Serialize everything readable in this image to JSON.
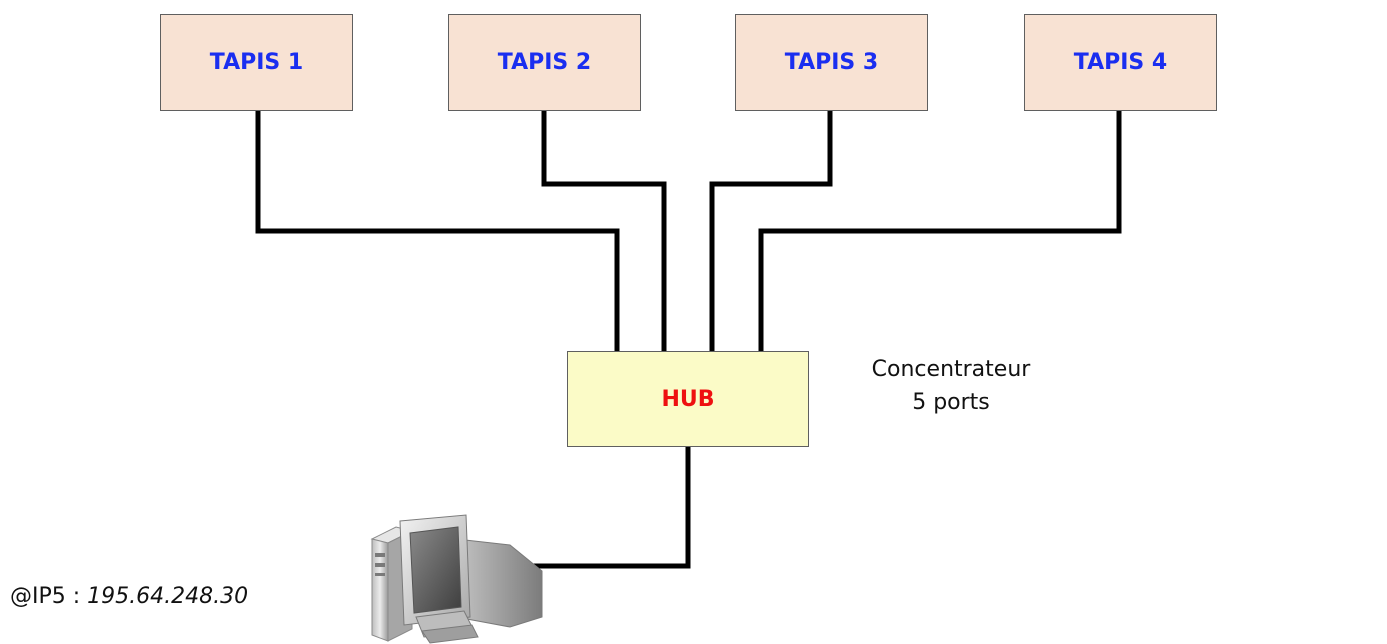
{
  "tapis": [
    {
      "label": "TAPIS 1"
    },
    {
      "label": "TAPIS 2"
    },
    {
      "label": "TAPIS 3"
    },
    {
      "label": "TAPIS 4"
    }
  ],
  "hub": {
    "label": "HUB",
    "caption_line1": "Concentrateur",
    "caption_line2": "5 ports"
  },
  "computer": {
    "ip_prefix": "@IP5 : ",
    "ip_address": "195.64.248.30",
    "icon": "desktop-computer-icon"
  },
  "colors": {
    "tapis_fill": "#f8e2d3",
    "tapis_text": "#1a2ef0",
    "hub_fill": "#fbfbc7",
    "hub_text": "#ee1010",
    "wire": "#000000"
  }
}
